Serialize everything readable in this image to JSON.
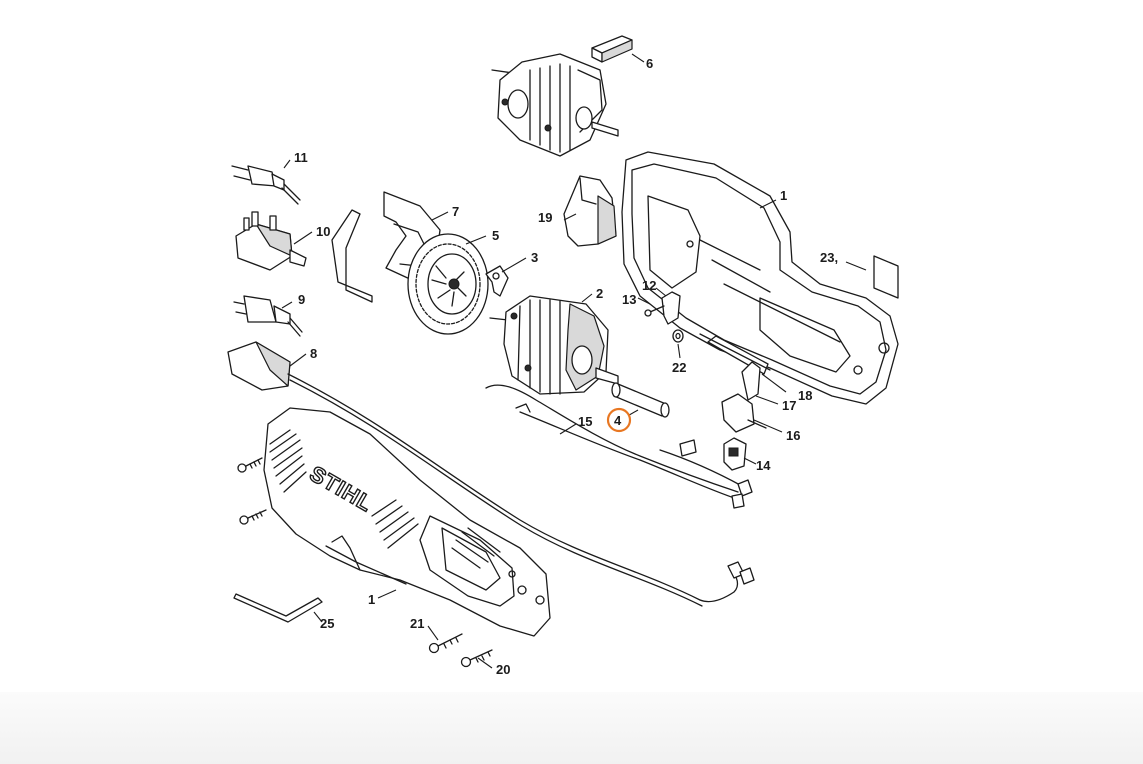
{
  "diagram": {
    "labels": {
      "p1a": "1",
      "p1b": "1",
      "p2": "2",
      "p3": "3",
      "p4": "4",
      "p5": "5",
      "p6": "6",
      "p7": "7",
      "p8": "8",
      "p9": "9",
      "p10": "10",
      "p11": "11",
      "p12": "12",
      "p13": "13",
      "p14": "14",
      "p15": "15",
      "p16": "16",
      "p17": "17",
      "p18": "18",
      "p19": "19",
      "p20": "20",
      "p21": "21",
      "p22": "22",
      "p23": "23,",
      "p25": "25"
    },
    "brand_text": "STIHL",
    "highlight_color": "#e87722",
    "highlighted_part": "4"
  }
}
